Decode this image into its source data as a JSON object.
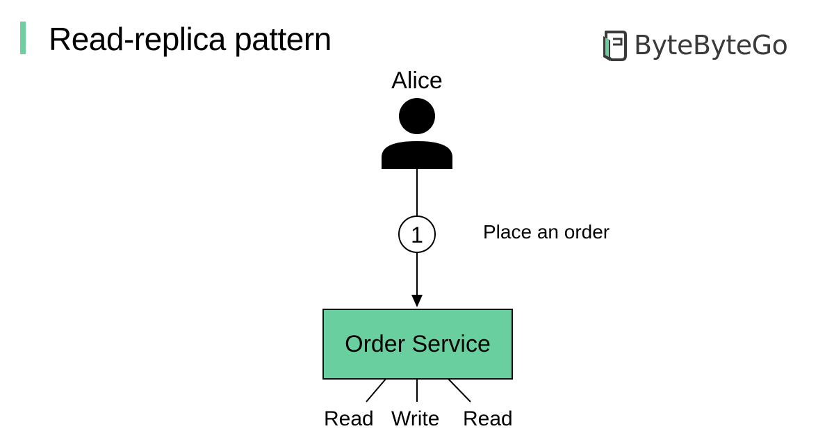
{
  "title": "Read-replica pattern",
  "brand": {
    "name": "ByteByteGo",
    "logo_icon": "bytebytego-logo-icon"
  },
  "colors": {
    "accent": "#6fcf9f",
    "service_fill": "#6acf9e",
    "stroke": "#111111"
  },
  "actor": {
    "name": "Alice",
    "icon": "user-icon"
  },
  "steps": [
    {
      "number": "1",
      "label": "Place an order"
    }
  ],
  "service": {
    "name": "Order Service"
  },
  "operations": [
    {
      "label": "Read"
    },
    {
      "label": "Write"
    },
    {
      "label": "Read"
    }
  ]
}
